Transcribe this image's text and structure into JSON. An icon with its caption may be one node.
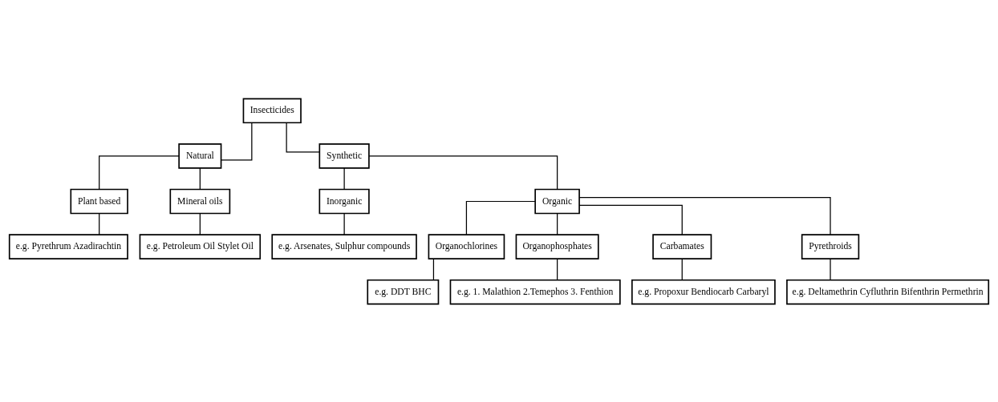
{
  "diagram": {
    "nodes": [
      {
        "text": [
          "Insecticides"
        ]
      },
      {
        "text": [
          "Natural"
        ]
      },
      {
        "text": [
          "Synthetic"
        ]
      },
      {
        "text": [
          "Plant based"
        ]
      },
      {
        "text": [
          "Mineral oils"
        ]
      },
      {
        "text": [
          "e.g. Pyrethrum Azadirachtin"
        ]
      },
      {
        "text": [
          "e.g. Petroleum Oil Stylet Oil"
        ]
      },
      {
        "text": [
          "Inorganic"
        ]
      },
      {
        "text": [
          "Organic"
        ]
      },
      {
        "text": [
          "e.g. Arsenates, Sulphur compounds"
        ]
      },
      {
        "text": [
          "Organochlorines"
        ]
      },
      {
        "text": [
          "Organophosphates"
        ]
      },
      {
        "text": [
          "Carbamates"
        ]
      },
      {
        "text": [
          "Pyrethroids"
        ]
      },
      {
        "text": [
          "e.g. DDT BHC"
        ]
      },
      {
        "text": [
          "e.g. 1. Malathion 2.Temephos 3. Fenthion"
        ]
      },
      {
        "text": [
          "e.g. Propoxur Bendiocarb Carbaryl"
        ]
      },
      {
        "text": [
          "e.g. Deltamethrin Cyfluthrin Bifenthrin Permethrin"
        ]
      }
    ],
    "edges": [
      {
        "from": 0,
        "to": 1,
        "arrow": "none"
      },
      {
        "from": 0,
        "to": 2,
        "arrow": "none"
      },
      {
        "from": 1,
        "to": 3,
        "arrow": "none"
      },
      {
        "from": 1,
        "to": 4,
        "arrow": "none"
      },
      {
        "from": 3,
        "to": 5,
        "arrow": "none"
      },
      {
        "from": 4,
        "to": 6,
        "arrow": "none"
      },
      {
        "from": 2,
        "to": 7,
        "arrow": "none"
      },
      {
        "from": 2,
        "to": 8,
        "arrow": "none"
      },
      {
        "from": 7,
        "to": 9,
        "arrow": "none"
      },
      {
        "from": 8,
        "to": 10,
        "arrow": "none"
      },
      {
        "from": 8,
        "to": 11,
        "arrow": "none"
      },
      {
        "from": 8,
        "to": 12,
        "arrow": "none"
      },
      {
        "from": 8,
        "to": 13,
        "arrow": "none"
      },
      {
        "from": 10,
        "to": 14,
        "arrow": "none"
      },
      {
        "from": 11,
        "to": 15,
        "arrow": "none"
      },
      {
        "from": 12,
        "to": 16,
        "arrow": "none"
      },
      {
        "from": 13,
        "to": 17,
        "arrow": "none"
      }
    ]
  }
}
